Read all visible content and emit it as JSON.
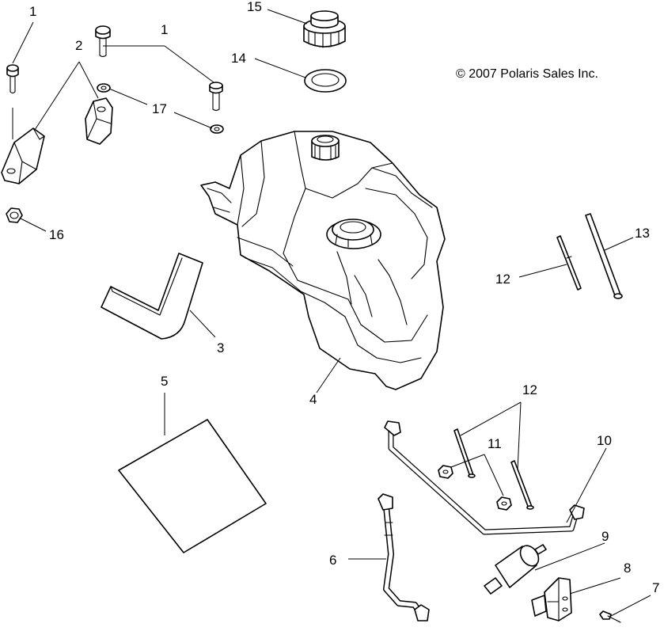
{
  "copyright": "© 2007 Polaris Sales Inc.",
  "callouts": {
    "c1a": "1",
    "c1b": "1",
    "c2": "2",
    "c3": "3",
    "c4": "4",
    "c5": "5",
    "c6": "6",
    "c7": "7",
    "c8": "8",
    "c9": "9",
    "c10": "10",
    "c11": "11",
    "c12a": "12",
    "c12b": "12",
    "c13": "13",
    "c14": "14",
    "c15": "15",
    "c16": "16",
    "c17": "17"
  }
}
